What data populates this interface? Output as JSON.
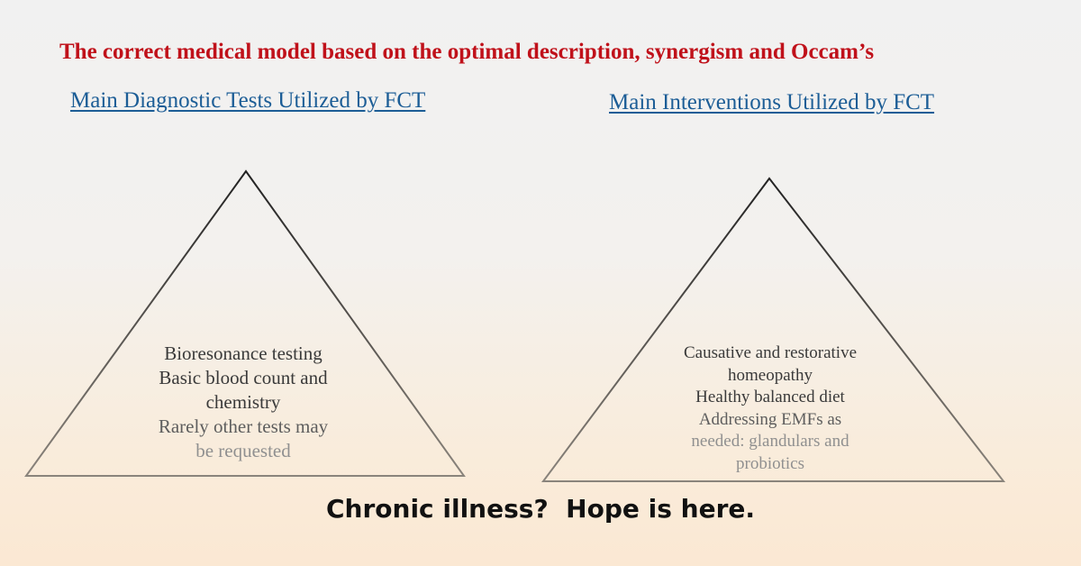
{
  "title": "The correct medical model based on the optimal description, synergism and Occam’s",
  "left_panel": {
    "heading": "Main Diagnostic Tests Utilized by FCT",
    "lines": [
      "Bioresonance testing",
      "Basic blood count and",
      "chemistry",
      "Rarely other tests may",
      "be requested"
    ]
  },
  "right_panel": {
    "heading": "Main Interventions Utilized by FCT",
    "lines": [
      "Causative and restorative",
      "homeopathy",
      "Healthy balanced diet",
      "Addressing EMFs as",
      "needed: glandulars and",
      "probiotics"
    ]
  },
  "caption": "Chronic illness?  Hope is here.",
  "colors": {
    "title": "#c0111a",
    "heading": "#1c5d96",
    "triangle_stroke": "#2a2a2a"
  }
}
